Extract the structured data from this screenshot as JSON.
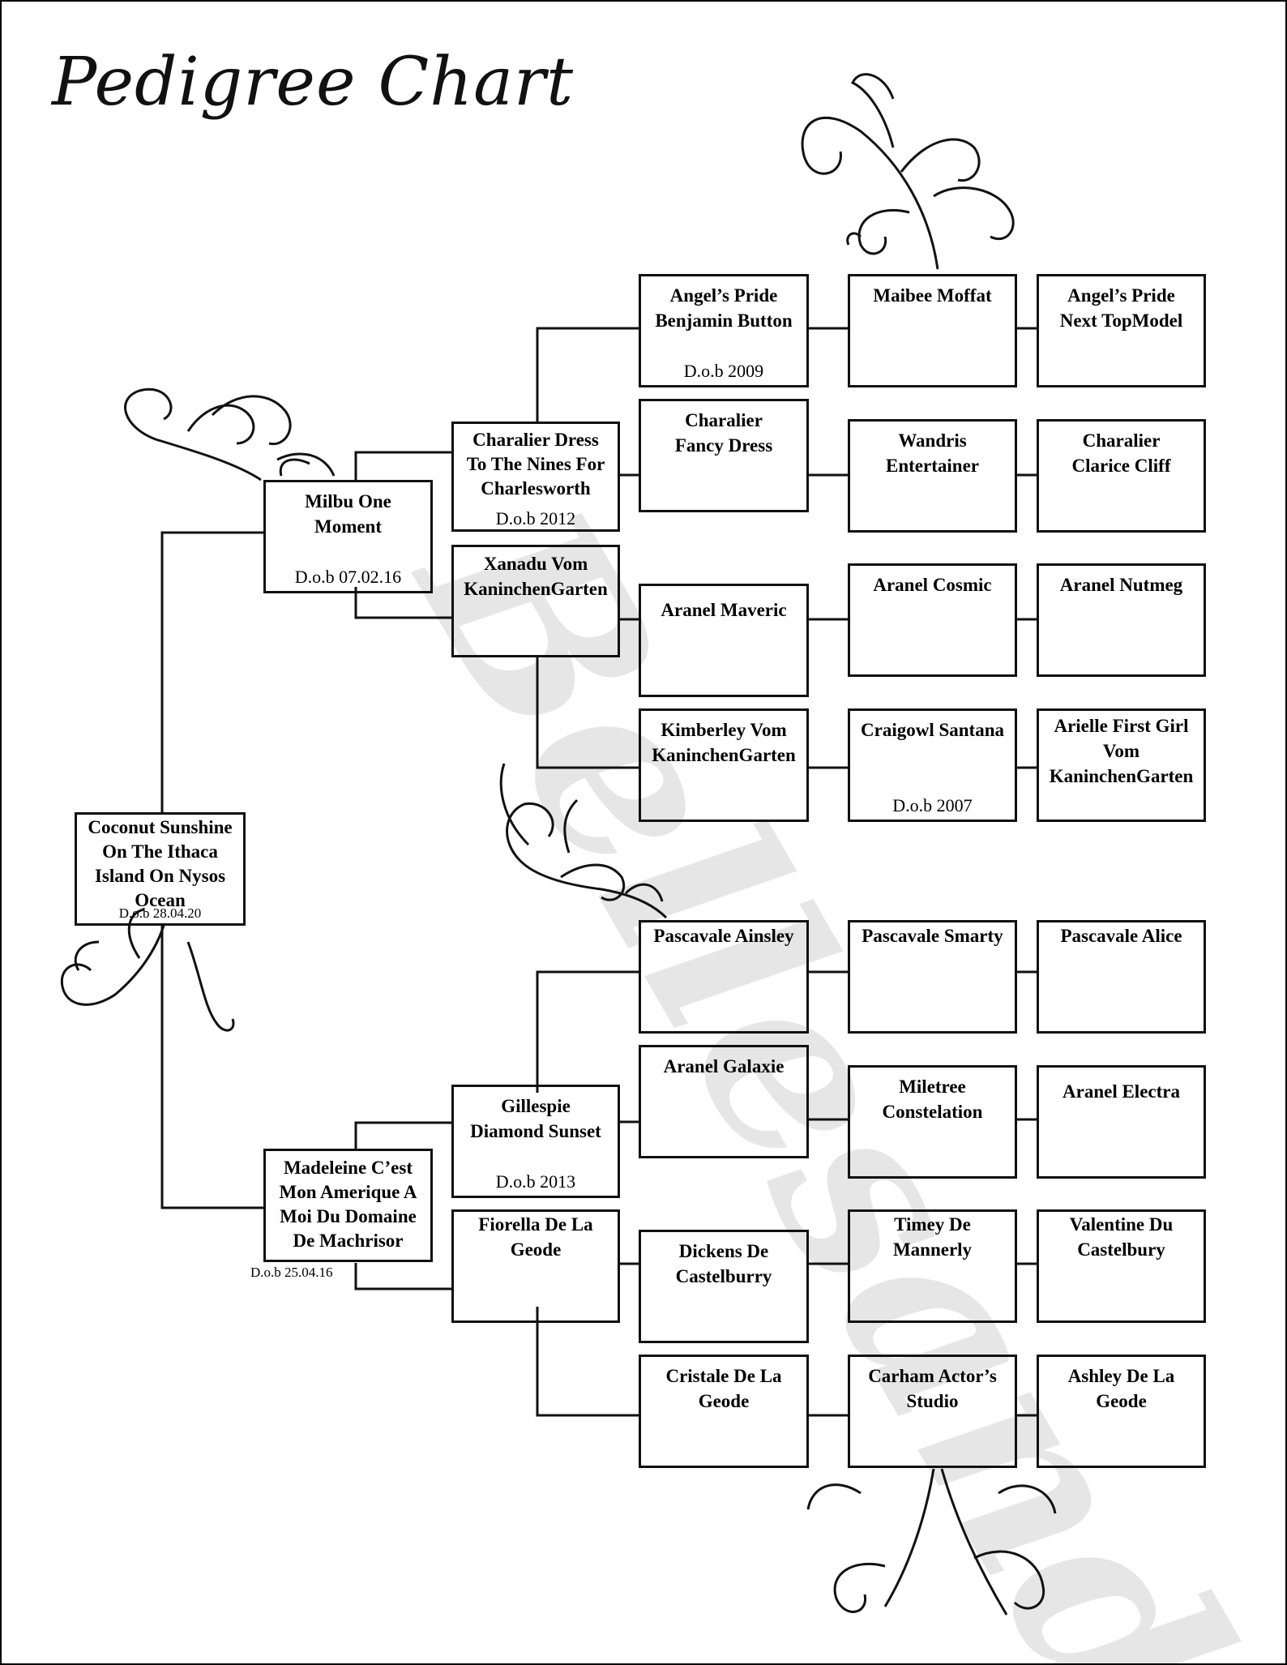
{
  "title": "Pedigree Chart",
  "watermark": "Bellesand",
  "colors": {
    "line": "#111111",
    "watermark": "#e6e6e6",
    "background": "#ffffff"
  },
  "subject": {
    "name": "Coconut Sunshine\nOn The Ithaca\nIsland On Nysos\nOcean",
    "dob": "D.o.b 28.04.20"
  },
  "sire": {
    "name": "Milbu One\nMoment",
    "dob": "D.o.b 07.02.16"
  },
  "dam": {
    "name": "Madeleine C’est\nMon Amerique A\nMoi Du Domaine\nDe Machrisor",
    "dob": "D.o.b 25.04.16"
  },
  "grandparents": {
    "sire_sire": {
      "name": "Charalier Dress\nTo The Nines For\nCharlesworth",
      "dob": "D.o.b 2012"
    },
    "sire_dam": {
      "name": "Xanadu Vom\nKaninchenGarten"
    },
    "dam_sire": {
      "name": "Gillespie\nDiamond Sunset",
      "dob": "D.o.b 2013"
    },
    "dam_dam": {
      "name": "Fiorella De La\nGeode"
    }
  },
  "gen3": [
    {
      "name": "Angel’s Pride\nBenjamin Button",
      "dob": "D.o.b 2009"
    },
    {
      "name": "Charalier\nFancy Dress"
    },
    {
      "name": "Aranel Maveric"
    },
    {
      "name": "Kimberley Vom\nKaninchenGarten"
    },
    {
      "name": "Pascavale Ainsley"
    },
    {
      "name": "Aranel Galaxie"
    },
    {
      "name": "Dickens De\nCastelburry"
    },
    {
      "name": "Cristale De La\nGeode"
    }
  ],
  "gen4": [
    {
      "name": "Maibee Moffat"
    },
    {
      "name": "Wandris\nEntertainer"
    },
    {
      "name": "Aranel Cosmic"
    },
    {
      "name": "Craigowl Santana",
      "dob": "D.o.b 2007"
    },
    {
      "name": "Pascavale Smarty"
    },
    {
      "name": "Miletree\nConstelation"
    },
    {
      "name": "Timey De\nMannerly"
    },
    {
      "name": "Carham Actor’s\nStudio"
    }
  ],
  "gen5": [
    {
      "name": "Angel’s Pride\nNext TopModel"
    },
    {
      "name": "Charalier\nClarice Cliff"
    },
    {
      "name": "Aranel Nutmeg"
    },
    {
      "name": "Arielle First Girl\nVom\nKaninchenGarten"
    },
    {
      "name": "Pascavale Alice"
    },
    {
      "name": "Aranel Electra"
    },
    {
      "name": "Valentine Du\nCastelbury"
    },
    {
      "name": "Ashley De La\nGeode"
    }
  ]
}
